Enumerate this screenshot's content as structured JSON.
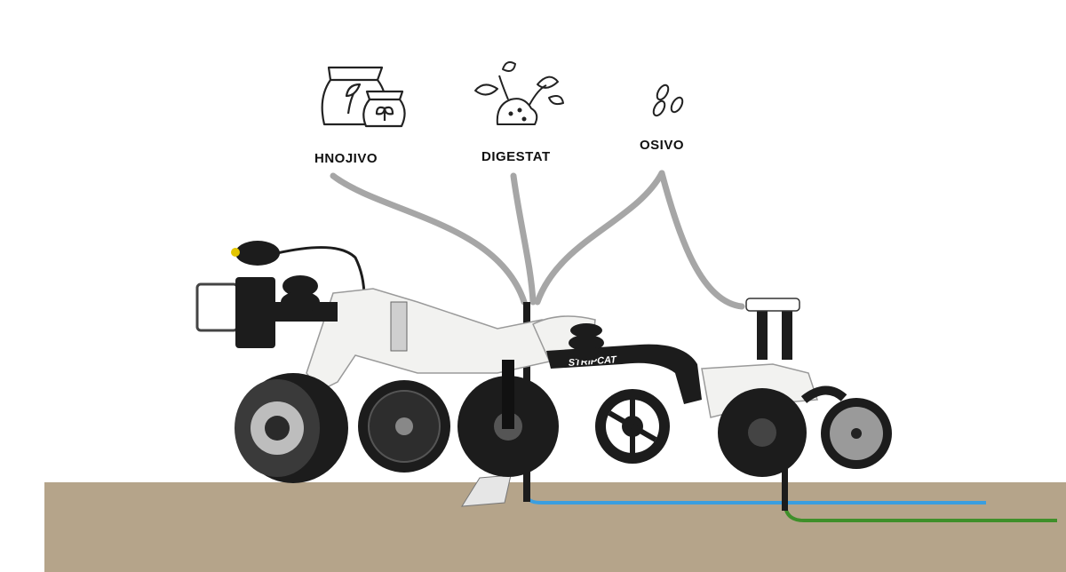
{
  "labels": {
    "fertilizer": "HNOJIVO",
    "digestate": "DIGESTAT",
    "seed": "OSIVO"
  },
  "brand": "STRIPCAT",
  "icons": {
    "fertilizer": "fertilizer-bags-icon",
    "digestate": "digestate-plant-icon",
    "seed": "seeds-icon"
  },
  "colors": {
    "soil": "#b5a48a",
    "hose": "#a6a6a6",
    "fertilizer_line": "#3a9ee0",
    "seed_line": "#3f8f2a",
    "frame": "#f2f2f0",
    "metal": "#1c1c1c"
  }
}
